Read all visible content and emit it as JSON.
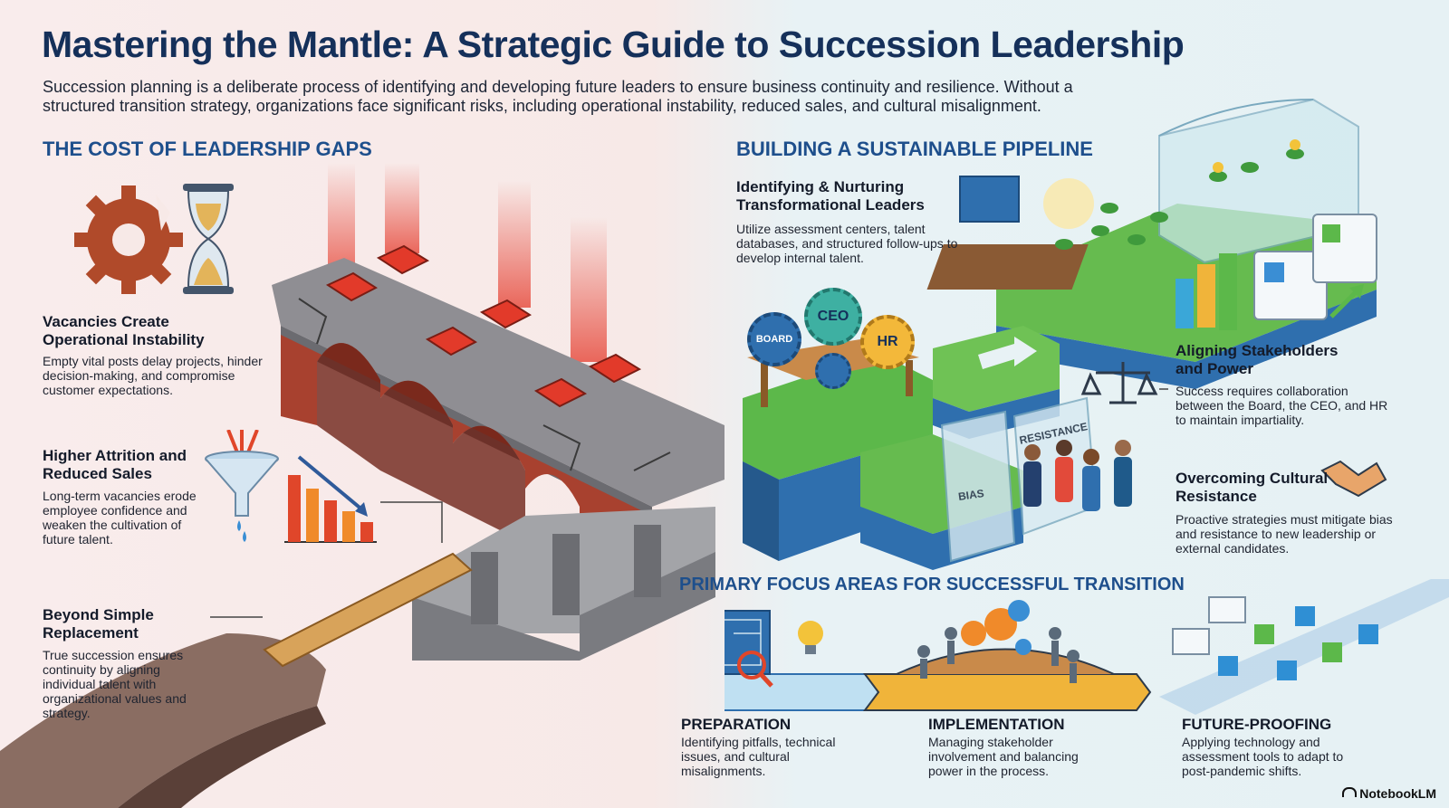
{
  "header": {
    "title": "Mastering the Mantle: A Strategic Guide to Succession Leadership",
    "intro": "Succession planning is a deliberate process of identifying and developing future leaders to ensure business continuity and resilience. Without a structured transition strategy, organizations face significant risks, including operational instability, reduced sales, and cultural misalignment."
  },
  "left": {
    "heading": "THE COST OF LEADERSHIP GAPS",
    "items": [
      {
        "title": "Vacancies Create Operational Instability",
        "text": "Empty vital posts delay projects, hinder decision-making, and compromise customer expectations."
      },
      {
        "title": "Higher Attrition and Reduced Sales",
        "text": "Long-term vacancies erode employee confidence and weaken the cultivation of future talent."
      },
      {
        "title": "Beyond Simple Replacement",
        "text": "True succession ensures continuity by aligning individual talent with organizational values and strategy."
      }
    ]
  },
  "right": {
    "heading": "BUILDING A SUSTAINABLE PIPELINE",
    "items": [
      {
        "title": "Identifying & Nurturing Transformational Leaders",
        "text": "Utilize assessment centers, talent databases, and structured follow-ups to develop internal talent."
      },
      {
        "title": "Aligning Stakeholders and Power",
        "text": "Success requires collaboration between the Board, the CEO, and HR to maintain impartiality."
      },
      {
        "title": "Overcoming Cultural Resistance",
        "text": "Proactive strategies must mitigate bias and resistance to new leadership or external candidates."
      }
    ],
    "gear_labels": {
      "board": "BOARD",
      "ceo": "CEO",
      "hr": "HR"
    },
    "glass_labels": {
      "resistance": "RESISTANCE",
      "bias": "BIAS"
    }
  },
  "focus": {
    "heading": "PRIMARY FOCUS AREAS FOR SUCCESSFUL TRANSITION",
    "items": [
      {
        "title": "PREPARATION",
        "text": "Identifying pitfalls, technical issues, and cultural misalignments."
      },
      {
        "title": "IMPLEMENTATION",
        "text": "Managing stakeholder involvement and balancing power in the process."
      },
      {
        "title": "FUTURE-PROOFING",
        "text": "Applying technology and assessment tools to adapt to post-pandemic shifts."
      }
    ]
  },
  "brand": "NotebookLM",
  "colors": {
    "title": "#15305a",
    "section": "#1e4f8c",
    "alert_red": "#d93a2b",
    "growth_green": "#5cb84a",
    "platform_blue": "#2f6fae"
  }
}
